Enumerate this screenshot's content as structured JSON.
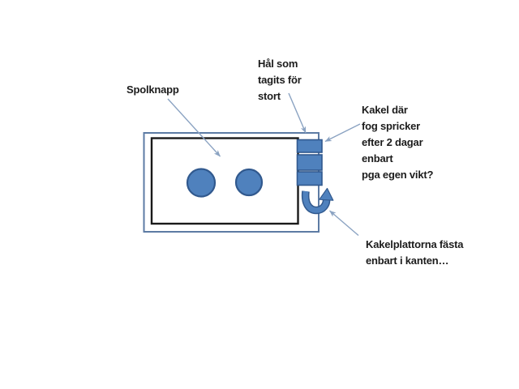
{
  "labels": {
    "spolknapp": "Spolknapp",
    "hal_som": "Hål som\ntagits för\nstort",
    "kakel_dar": "Kakel där\nfog spricker\nefter 2 dagar\nenbart\npga egen vikt?",
    "kakelplattorna": "Kakelplattorna fästa\nenbart i kanten…"
  },
  "colors": {
    "background": "#ffffff",
    "text": "#1c1c1c",
    "accent": "#4f81bd",
    "accent_dark": "#31598e",
    "panel_border": "#5d7ba4",
    "inner_border": "#1a1a1a",
    "leader": "#8ba3c2"
  }
}
